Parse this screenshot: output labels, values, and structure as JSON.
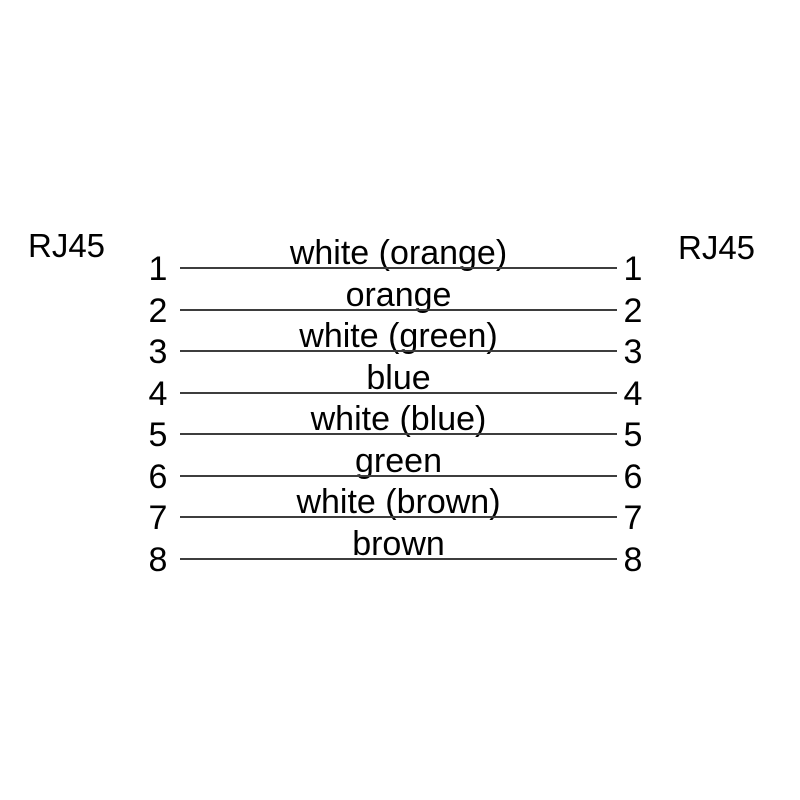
{
  "diagram": {
    "left_connector": "RJ45",
    "right_connector": "RJ45",
    "rows": [
      {
        "left_pin": "1",
        "label": "white (orange)",
        "right_pin": "1"
      },
      {
        "left_pin": "2",
        "label": "orange",
        "right_pin": "2"
      },
      {
        "left_pin": "3",
        "label": "white (green)",
        "right_pin": "3"
      },
      {
        "left_pin": "4",
        "label": "blue",
        "right_pin": "4"
      },
      {
        "left_pin": "5",
        "label": "white (blue)",
        "right_pin": "5"
      },
      {
        "left_pin": "6",
        "label": "green",
        "right_pin": "6"
      },
      {
        "left_pin": "7",
        "label": "white (brown)",
        "right_pin": "7"
      },
      {
        "left_pin": "8",
        "label": "brown",
        "right_pin": "8"
      }
    ],
    "colors": {
      "background": "#ffffff",
      "text": "#000000",
      "wire_line": "#3d3d3d"
    }
  }
}
